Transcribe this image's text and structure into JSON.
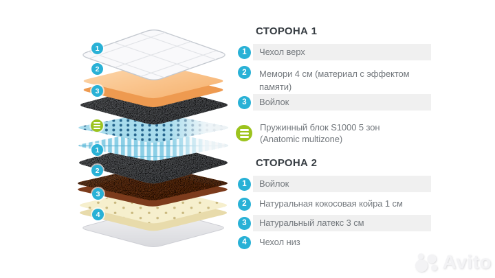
{
  "side1": {
    "title": "СТОРОНА 1",
    "items": [
      {
        "num": "1",
        "label": "Чехол верх",
        "highlighted": true
      },
      {
        "num": "2",
        "label": "Мемори 4 см (материал с эффектом памяти)",
        "highlighted": false
      },
      {
        "num": "3",
        "label": "Войлок",
        "highlighted": true
      }
    ]
  },
  "spring": {
    "icon": "springs-icon",
    "label": "Пружинный блок S1000 5 зон",
    "sublabel": "(Anatomic multizone)"
  },
  "side2": {
    "title": "СТОРОНА 2",
    "items": [
      {
        "num": "1",
        "label": "Войлок",
        "highlighted": true
      },
      {
        "num": "2",
        "label": "Натуральная кокосовая койра 1 см",
        "highlighted": false
      },
      {
        "num": "3",
        "label": "Натуральный латекс 3 см",
        "highlighted": true
      },
      {
        "num": "4",
        "label": "Чехол низ",
        "highlighted": false
      }
    ]
  },
  "diagram": {
    "layers": [
      {
        "name": "cover-top",
        "color": "#f8f8fa"
      },
      {
        "name": "memory-foam",
        "color": "#f8c48e"
      },
      {
        "name": "felt-top",
        "color": "#8d9095"
      },
      {
        "name": "spring-block",
        "color": "#a5dcec"
      },
      {
        "name": "felt-bottom",
        "color": "#8d9095"
      },
      {
        "name": "coconut-coir",
        "color": "#a05229"
      },
      {
        "name": "latex",
        "color": "#f6efcd"
      },
      {
        "name": "cover-bottom",
        "color": "#e9eaee"
      }
    ]
  },
  "colors": {
    "accent_cyan": "#29b1d6",
    "accent_green": "#9cc31e",
    "row_highlight": "#f0f0f0",
    "heading_text": "#363c42",
    "item_text": "#73787d",
    "watermark": "#f3f3f5"
  },
  "watermark": {
    "logo": "avito-logo-icon",
    "text": "Avito"
  }
}
